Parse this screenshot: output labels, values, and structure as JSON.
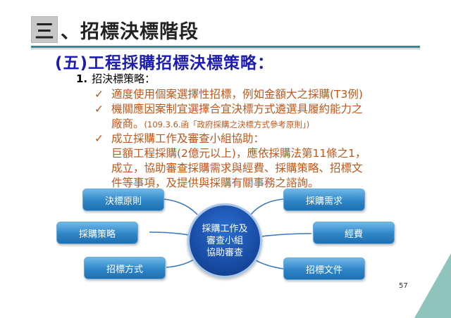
{
  "title": {
    "box": "三",
    "text": "、招標決標階段"
  },
  "subtitle": "(五)工程採購招標決標策略：",
  "item": {
    "num": "1.",
    "label": "招決標策略："
  },
  "check_symbol": "✓",
  "bullets": [
    [
      "適度使用個案選擇性招標，例如金額大之採購(T3例)"
    ],
    [
      "機關應因案制宜選擇合宜決標方式遴選具履約能力之",
      "廠商。"
    ],
    [
      "成立採購工作及審查小組協助：",
      "巨額工程採購(2億元以上)，應依採購法第11條之1，",
      "成立，協助審查採購需求與經費、採購策略、招標文",
      "件等事項，及提供與採購有關事務之諮詢。"
    ]
  ],
  "bullet2_note": "(109.3.6.函「政府採購之決標方式參考原則」)",
  "diagram": {
    "center": [
      "採購工作及",
      "審查小組",
      "協助審查"
    ],
    "nodes": {
      "award_principle": "決標原則",
      "procurement_strategy": "採購策略",
      "tender_method": "招標方式",
      "procurement_needs": "採購需求",
      "budget": "經費",
      "tender_documents": "招標文件"
    }
  },
  "page_number": "57",
  "colors": {
    "rule": "#2e8c8c",
    "subtitle": "#1c1cb0",
    "bullet": "#c0561a",
    "corner": "#8fc4bc",
    "node": "#2f86c7"
  }
}
